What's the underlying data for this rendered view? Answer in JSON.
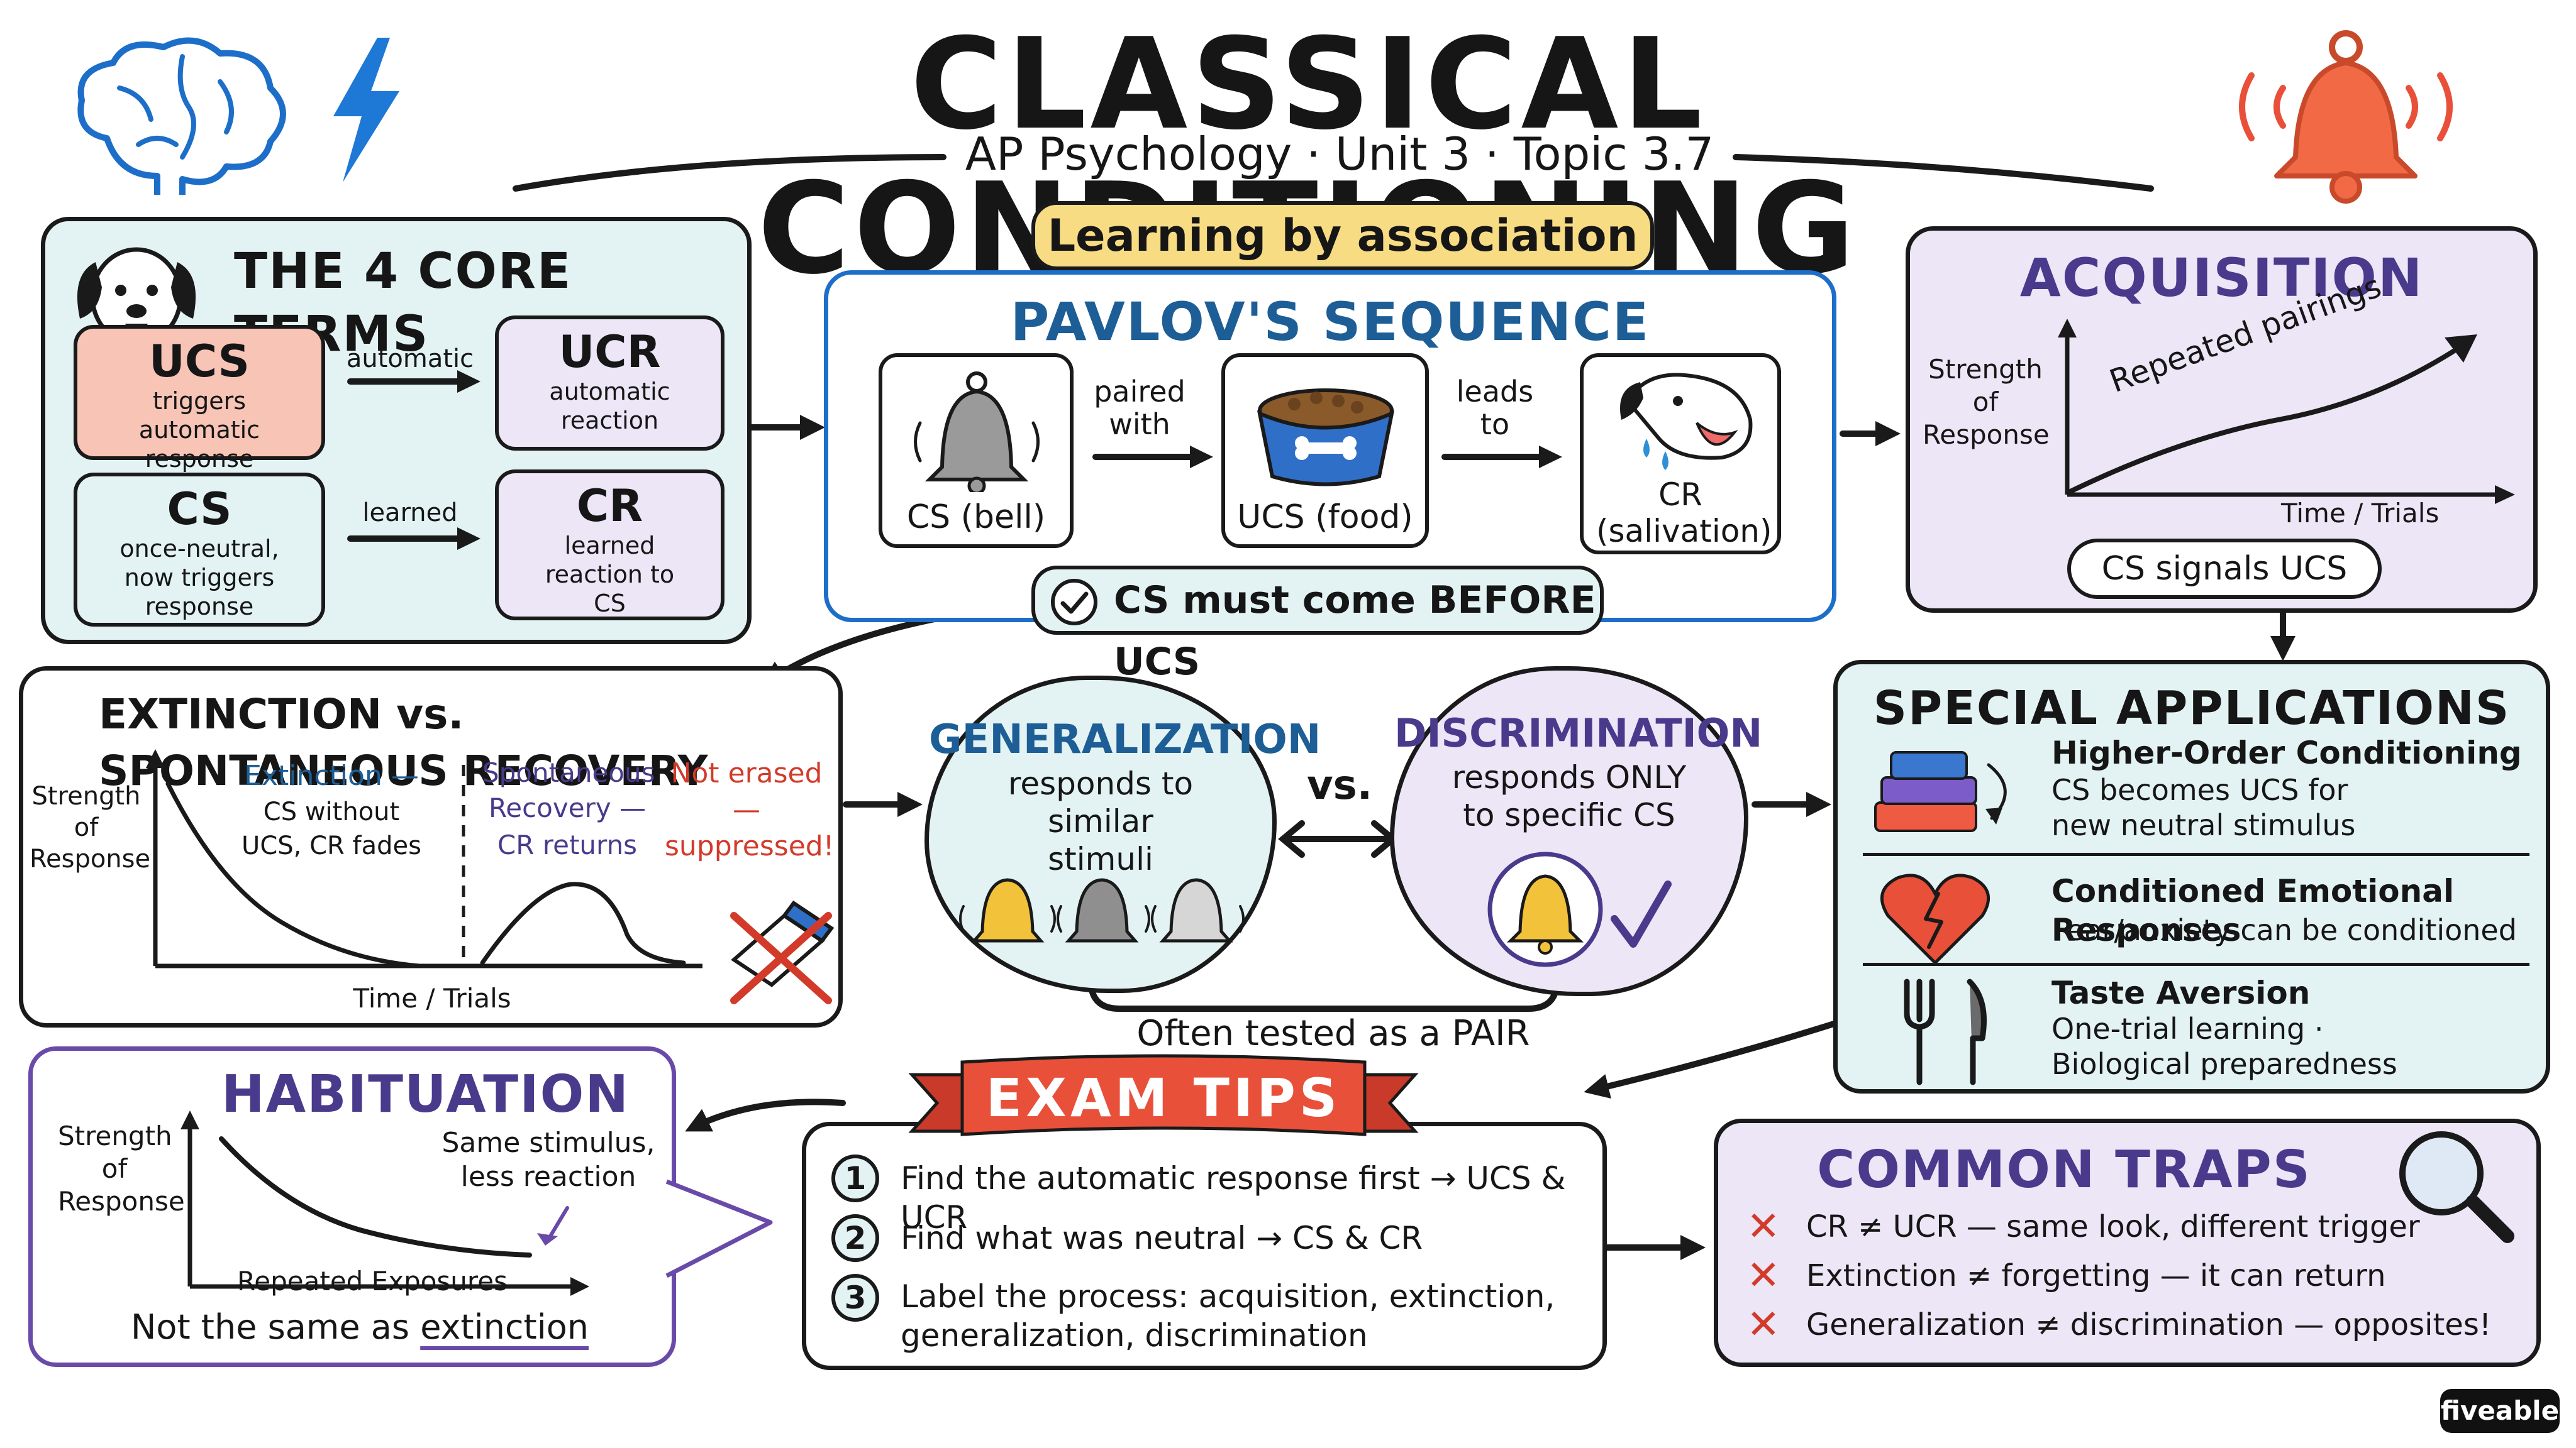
{
  "header": {
    "title": "CLASSICAL CONDITIONING",
    "subtitle": "AP Psychology · Unit 3 · Topic 3.7",
    "tagline": "Learning by association",
    "icons": [
      "brain-icon",
      "lightning-icon",
      "bell-ringing-icon"
    ]
  },
  "core_terms": {
    "title": "THE 4 CORE TERMS",
    "ucs": {
      "abbr": "UCS",
      "desc": "triggers automatic response"
    },
    "ucr": {
      "abbr": "UCR",
      "desc": "automatic reaction"
    },
    "cs": {
      "abbr": "CS",
      "desc": "once-neutral, now triggers response"
    },
    "cr": {
      "abbr": "CR",
      "desc": "learned reaction to CS"
    },
    "arrow_top": "automatic",
    "arrow_bottom": "learned"
  },
  "sequence": {
    "title": "PAVLOV'S SEQUENCE",
    "cs_label": "CS (bell)",
    "ucs_label": "UCS (food)",
    "cr_label": "CR (salivation)",
    "arrow1": "paired with",
    "arrow2": "leads to",
    "rule": "CS must come BEFORE UCS"
  },
  "acquisition": {
    "title": "ACQUISITION",
    "ylabel": "Strength of Response",
    "xlabel": "Time / Trials",
    "curve_label": "Repeated pairings",
    "note": "CS signals UCS"
  },
  "extinction": {
    "title": "EXTINCTION vs. SPONTANEOUS RECOVERY",
    "ylabel": "Strength of Response",
    "xlabel": "Time / Trials",
    "ext_label": "Extinction —",
    "ext_desc": "CS without UCS, CR fades",
    "rec_label": "Spontaneous Recovery —",
    "rec_desc": "CR returns",
    "note": "Not erased — suppressed!"
  },
  "generalization": {
    "title": "GENERALIZATION",
    "desc": "responds to similar stimuli"
  },
  "vs_label": "vs.",
  "discrimination": {
    "title": "DISCRIMINATION",
    "desc": "responds ONLY to specific CS"
  },
  "pair_note": "Often tested as a PAIR",
  "special": {
    "title": "SPECIAL APPLICATIONS",
    "items": [
      {
        "title": "Higher-Order Conditioning",
        "desc": "CS becomes UCS for new neutral stimulus",
        "icon": "stacked-blocks-icon"
      },
      {
        "title": "Conditioned Emotional Responses",
        "desc": "Fear/anxiety can be conditioned",
        "icon": "broken-heart-icon"
      },
      {
        "title": "Taste Aversion",
        "desc": "One-trial learning · Biological preparedness",
        "icon": "fork-knife-icon"
      }
    ]
  },
  "habituation": {
    "title": "HABITUATION",
    "ylabel": "Strength of Response",
    "xlabel": "Repeated Exposures",
    "curve_label": "Same stimulus, less reaction",
    "note_prefix": "Not the same as",
    "note_emph": "extinction"
  },
  "exam_tips": {
    "title": "EXAM TIPS",
    "tips": [
      {
        "num": "1",
        "text": "Find the automatic response first → UCS & UCR"
      },
      {
        "num": "2",
        "text": "Find what was neutral → CS & CR"
      },
      {
        "num": "3",
        "text": "Label the process: acquisition, extinction, generalization, discrimination"
      }
    ]
  },
  "traps": {
    "title": "COMMON TRAPS",
    "items": [
      "CR ≠ UCR — same look, different trigger",
      "Extinction ≠ forgetting — it can return",
      "Generalization ≠ discrimination — opposites!"
    ]
  },
  "brand": "fiveable",
  "colors": {
    "teal_fill": "#e3f3f3",
    "lavender_fill": "#ece6f7",
    "salmon_fill": "#f7c4b6",
    "yellow_banner": "#f7dc84",
    "red_banner": "#e8503a",
    "purple_text": "#4a3a8c",
    "blue_text": "#1d5e96",
    "red_accent": "#d23a2a"
  }
}
